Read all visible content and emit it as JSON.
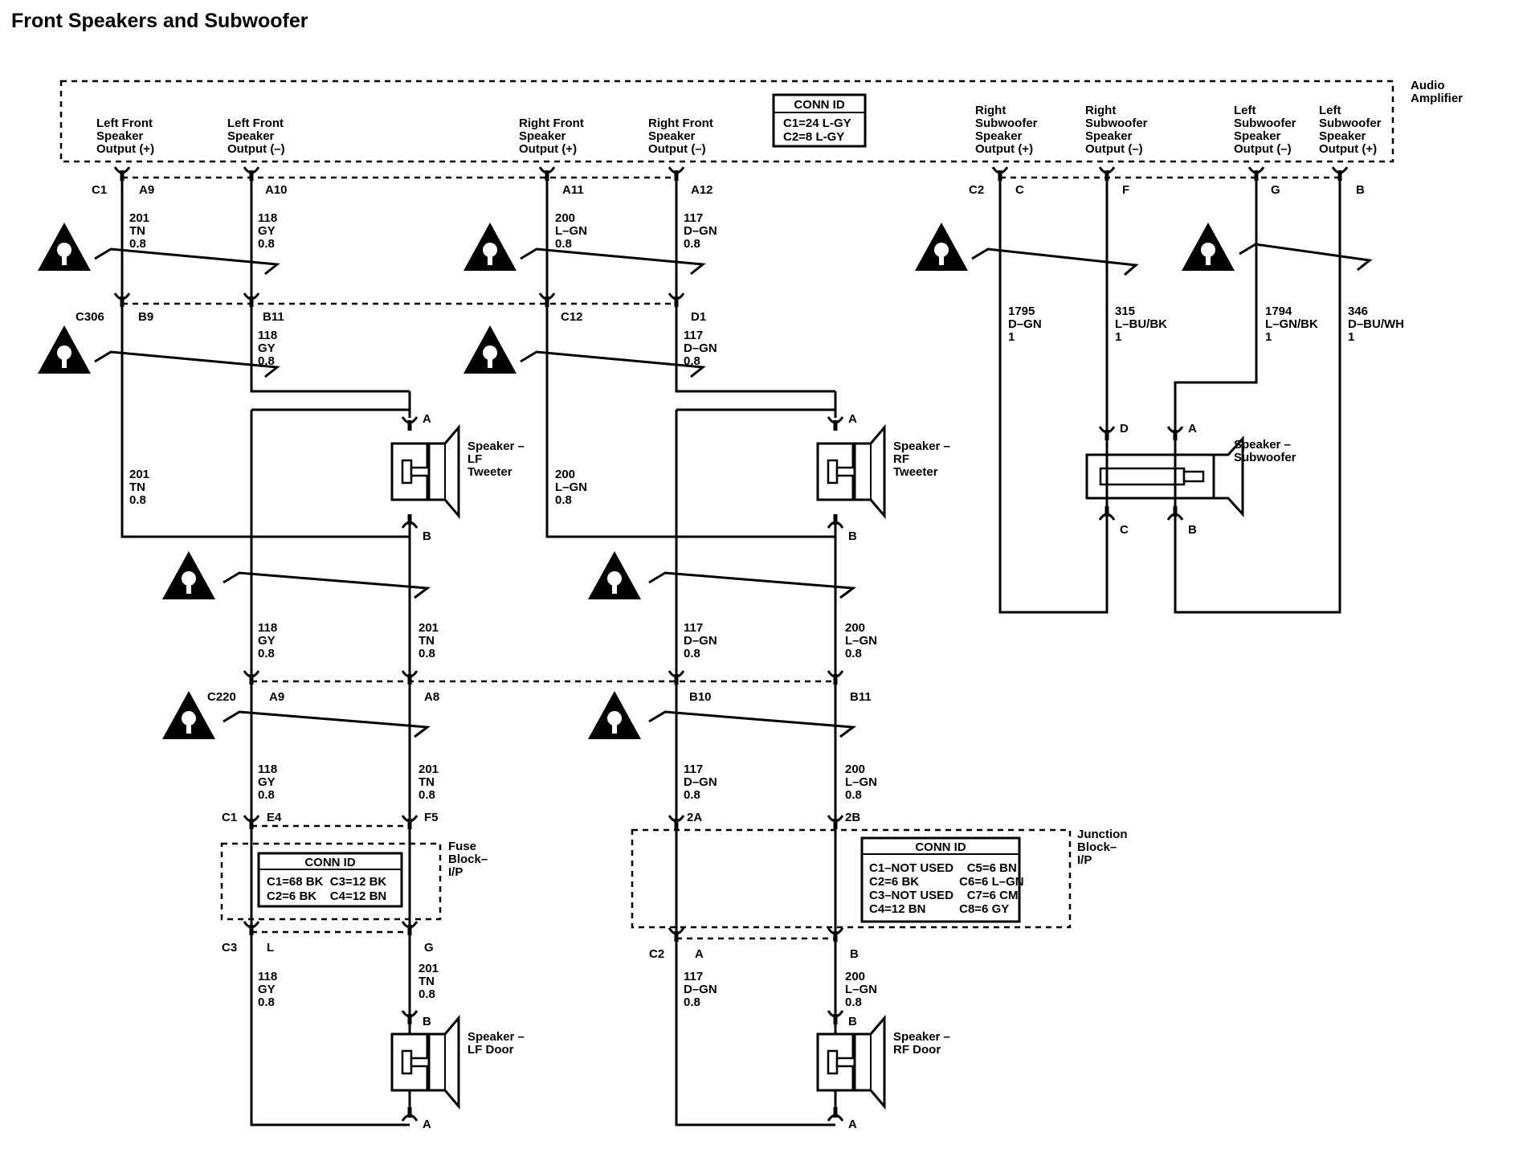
{
  "title": "Front Speakers and Subwoofer",
  "audio_amplifier": {
    "label": [
      "Audio",
      "Amplifier"
    ],
    "conn_id": {
      "heading": "CONN ID",
      "lines": [
        "C1=24 L-GY",
        "C2=8 L-GY"
      ]
    },
    "outputs": {
      "lf_pos": [
        "Left Front",
        "Speaker",
        "Output (+)"
      ],
      "lf_neg": [
        "Left Front",
        "Speaker",
        "Output (–)"
      ],
      "rf_pos": [
        "Right Front",
        "Speaker",
        "Output (+)"
      ],
      "rf_neg": [
        "Right Front",
        "Speaker",
        "Output (–)"
      ],
      "rs_pos": [
        "Right",
        "Subwoofer",
        "Speaker",
        "Output (+)"
      ],
      "rs_neg": [
        "Right",
        "Subwoofer",
        "Speaker",
        "Output (–)"
      ],
      "ls_neg": [
        "Left",
        "Subwoofer",
        "Speaker",
        "Output (–)"
      ],
      "ls_pos": [
        "Left",
        "Subwoofer",
        "Speaker",
        "Output (+)"
      ]
    }
  },
  "connectors": {
    "amp_c1": "C1",
    "amp_c2": "C2",
    "c306": "C306",
    "c220": "C220",
    "fb_c1": "C1",
    "fb_c3": "C3",
    "jb_c2": "C2"
  },
  "pins": {
    "a9": "A9",
    "a10": "A10",
    "a11": "A11",
    "a12": "A12",
    "c": "C",
    "f": "F",
    "g": "G",
    "b": "B",
    "b9": "B9",
    "b11": "B11",
    "c12": "C12",
    "d1": "D1",
    "c220_a9": "A9",
    "c220_a8": "A8",
    "c220_b10": "B10",
    "c220_b11": "B11",
    "e4": "E4",
    "f5": "F5",
    "l": "L",
    "g2": "G",
    "twoA": "2A",
    "twoB": "2B",
    "jb_a": "A",
    "jb_b": "B",
    "spk_a": "A",
    "spk_b": "B",
    "spk_c": "C",
    "spk_d": "D"
  },
  "wires": {
    "w201": [
      "201",
      "TN",
      "0.8"
    ],
    "w118": [
      "118",
      "GY",
      "0.8"
    ],
    "w200": [
      "200",
      "L–GN",
      "0.8"
    ],
    "w117": [
      "117",
      "D–GN",
      "0.8"
    ],
    "w1795": [
      "1795",
      "D–GN",
      "1"
    ],
    "w315": [
      "315",
      "L–BU/BK",
      "1"
    ],
    "w1794": [
      "1794",
      "L–GN/BK",
      "1"
    ],
    "w346": [
      "346",
      "D–BU/WH",
      "1"
    ]
  },
  "speakers": {
    "lf_tweeter": [
      "Speaker –",
      "LF",
      "Tweeter"
    ],
    "rf_tweeter": [
      "Speaker –",
      "RF",
      "Tweeter"
    ],
    "subwoofer": [
      "Speaker –",
      "Subwoofer"
    ],
    "lf_door": [
      "Speaker –",
      "LF Door"
    ],
    "rf_door": [
      "Speaker –",
      "RF Door"
    ]
  },
  "fuse_block": {
    "label": [
      "Fuse",
      "Block–",
      "I/P"
    ],
    "conn_id": {
      "heading": "CONN ID",
      "lines": [
        "C1=68 BK  C3=12 BK",
        "C2=6 BK    C4=12 BN"
      ]
    }
  },
  "junction_block": {
    "label": [
      "Junction",
      "Block–",
      "I/P"
    ],
    "conn_id": {
      "heading": "CONN ID",
      "lines": [
        "C1–NOT USED    C5=6 BN",
        "C2=6 BK            C6=6 L–GN",
        "C3–NOT USED    C7=6 CM",
        "C4=12 BN          C8=6 GY"
      ]
    }
  }
}
